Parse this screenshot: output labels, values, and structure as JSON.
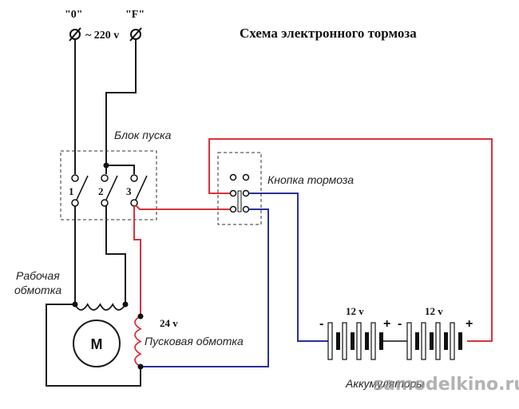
{
  "title": "Схема электронного тормоза",
  "terminals": {
    "zero_label": "\"0\"",
    "phase_label": "\"F\"",
    "terminal_glyph": "Ø",
    "supply_voltage": "~ 220 v"
  },
  "start_block": {
    "label": "Блок пуска",
    "switches": [
      "1",
      "2",
      "3"
    ]
  },
  "brake_button": {
    "label": "Кнопка тормоза"
  },
  "motor": {
    "symbol": "M",
    "working_winding_label_line1": "Рабочая",
    "working_winding_label_line2": "обмотка",
    "start_winding_label": "Пусковая обмотка",
    "start_winding_voltage": "24 v"
  },
  "batteries": {
    "label": "Аккумуляторы",
    "cells": [
      {
        "voltage": "12 v",
        "minus": "-",
        "plus": "+"
      },
      {
        "voltage": "12 v",
        "minus": "-",
        "plus": "+"
      }
    ]
  },
  "watermark": "samodelkino.ru",
  "colors": {
    "black_wire": "#1a1a1a",
    "red_wire": "#d9323c",
    "blue_wire": "#2b2f9e",
    "dashed_box": "#333333"
  }
}
